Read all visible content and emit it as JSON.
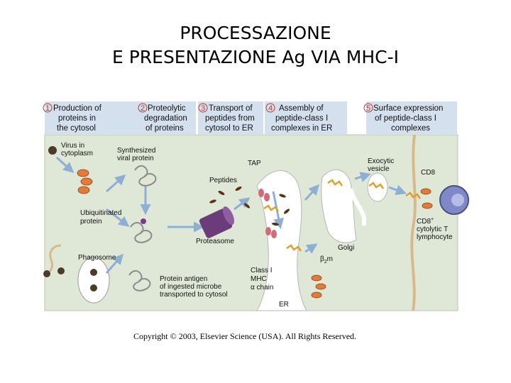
{
  "title": {
    "line1": "PROCESSAZIONE",
    "line2": "E PRESENTAZIONE Ag VIA MHC-I"
  },
  "steps": [
    {
      "num": "1",
      "lines": [
        "Production of",
        "proteins in",
        "the cytosol"
      ]
    },
    {
      "num": "2",
      "lines": [
        "Proteolytic",
        "degradation",
        "of proteins"
      ]
    },
    {
      "num": "3",
      "lines": [
        "Transport of",
        "peptides from",
        "cytosol to ER"
      ]
    },
    {
      "num": "4",
      "lines": [
        "Assembly of",
        "peptide-class I",
        "complexes in ER"
      ]
    },
    {
      "num": "5",
      "lines": [
        "Surface expression",
        "of peptide-class I",
        "complexes"
      ]
    }
  ],
  "labels": {
    "virus": [
      "Virus in",
      "cytoplasm"
    ],
    "synth": [
      "Synthesized",
      "viral protein"
    ],
    "ubiq": [
      "Ubiquitinated",
      "protein"
    ],
    "phagosome": "Phagosome",
    "protein_antigen": [
      "Protein antigen",
      "of ingested microbe",
      "transported to cytosol"
    ],
    "tap": "TAP",
    "peptides": "Peptides",
    "proteasome": "Proteasome",
    "class1": [
      "Class I",
      "MHC",
      "α chain"
    ],
    "b2m": "β",
    "b2m_sub": "2",
    "b2m_end": "m",
    "er": "ER",
    "golgi": "Golgi",
    "exocytic": [
      "Exocytic",
      "vesicle"
    ],
    "cd8": "CD8",
    "ctl": [
      "CD8",
      "cytolytic T",
      "lymphocyte"
    ],
    "ctl_sup": "+"
  },
  "copyright": "Copyright © 2003, Elsevier Science (USA). All Rights Reserved.",
  "colors": {
    "header_bg": "#d4e0ee",
    "cell_bg": "#dfe8d6",
    "arrow": "#8faed4",
    "peptide": "#5a3214",
    "virus": "#4d3b2a",
    "proteasome": "#6b3c7a",
    "ctl": "#7f89c8"
  }
}
